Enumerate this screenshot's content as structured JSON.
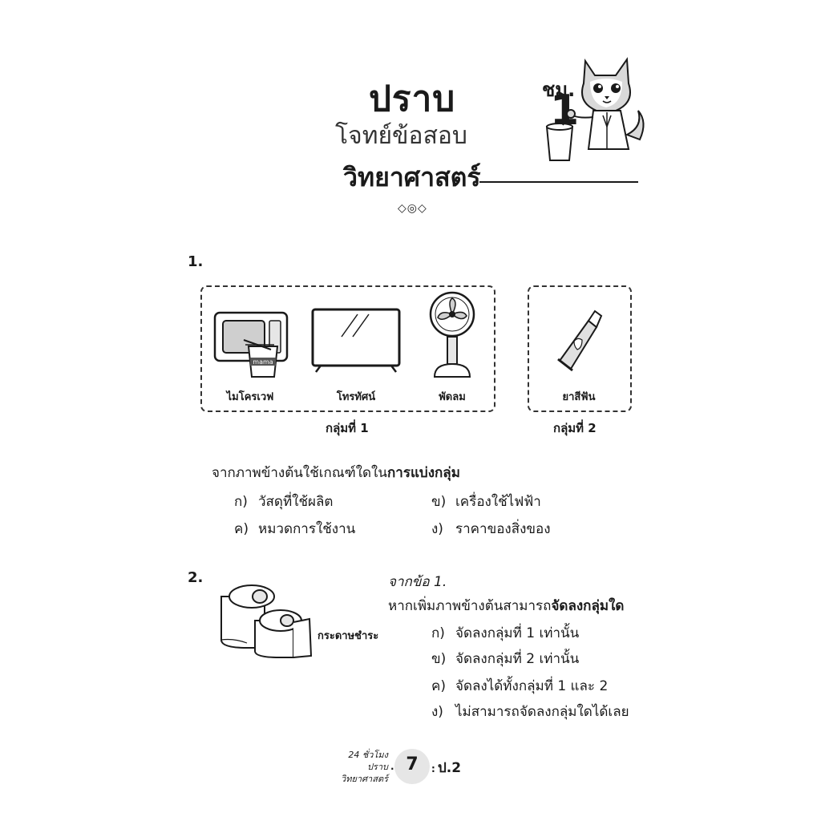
{
  "header": {
    "title_main": "ปราบ",
    "title_sub": "โจทย์ข้อสอบ",
    "title_subject": "วิทยาศาสตร์",
    "chapter_label": "ชม.",
    "chapter_number": "1",
    "ornament": "◇◎◇"
  },
  "q1": {
    "number": "1.",
    "group1": {
      "caption": "กลุ่มที่ 1",
      "items": [
        {
          "label": "ไมโครเวฟ",
          "icon": "microwave-icon",
          "cup_text": "mama"
        },
        {
          "label": "โทรทัศน์",
          "icon": "television-icon"
        },
        {
          "label": "พัดลม",
          "icon": "fan-icon"
        }
      ]
    },
    "group2": {
      "caption": "กลุ่มที่ 2",
      "items": [
        {
          "label": "ยาสีฟัน",
          "icon": "toothpaste-icon"
        }
      ]
    },
    "question_prefix": "จากภาพข้างต้นใช้เกณฑ์ใดใน",
    "question_bold": "การแบ่งกลุ่ม",
    "choices": [
      {
        "mark": "ก)",
        "text": "วัสดุที่ใช้ผลิต"
      },
      {
        "mark": "ข)",
        "text": "เครื่องใช้ไฟฟ้า"
      },
      {
        "mark": "ค)",
        "text": "หมวดการใช้งาน"
      },
      {
        "mark": "ง)",
        "text": "ราคาของสิ่งของ"
      }
    ]
  },
  "q2": {
    "number": "2.",
    "image_label": "กระดาษชำระ",
    "ref": "จากข้อ 1.",
    "question_prefix": "หากเพิ่มภาพข้างต้นสามารถ",
    "question_bold": "จัดลงกลุ่มใด",
    "choices": [
      {
        "mark": "ก)",
        "text": "จัดลงกลุ่มที่ 1 เท่านั้น"
      },
      {
        "mark": "ข)",
        "text": "จัดลงกลุ่มที่ 2 เท่านั้น"
      },
      {
        "mark": "ค)",
        "text": "จัดลงได้ทั้งกลุ่มที่ 1 และ 2"
      },
      {
        "mark": "ง)",
        "text": "ไม่สามารถจัดลงกลุ่มใดได้เลย"
      }
    ]
  },
  "footer": {
    "line1": "24 ชั่วโมง",
    "line2": "ปราบ",
    "line3": "วิทยาศาสตร์",
    "page_number": "7",
    "grade": "ป.2"
  },
  "colors": {
    "ink": "#1a1a1a",
    "page_circle": "#e6e6e6"
  }
}
